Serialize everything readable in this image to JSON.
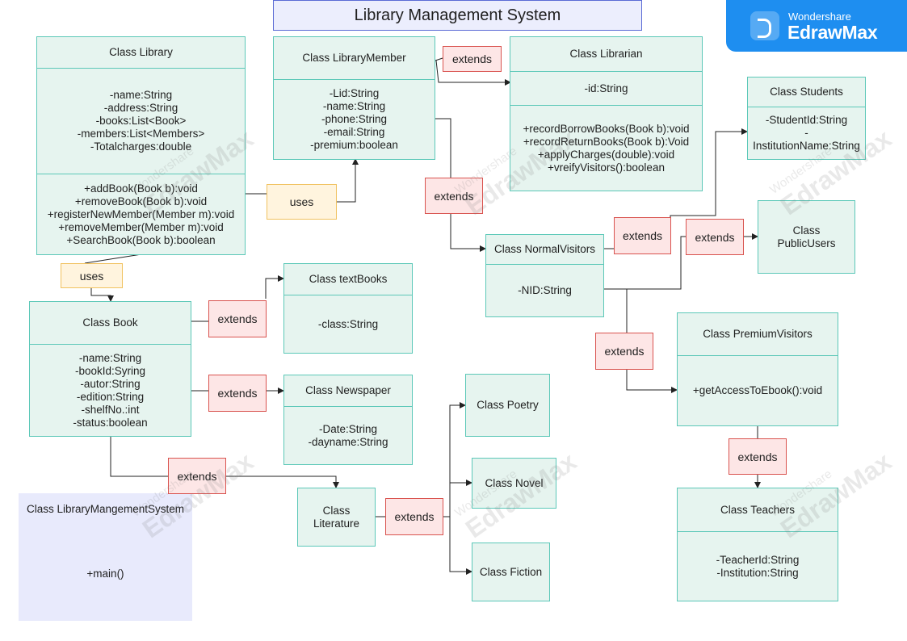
{
  "title": "Library Management System",
  "brand": {
    "line1": "Wondershare",
    "line2": "EdrawMax"
  },
  "watermark": {
    "line1": "Wondershare",
    "line2": "EdrawMax"
  },
  "classes": {
    "library": {
      "name": "Class Library",
      "attrs": [
        "-name:String",
        "-address:String",
        "-books:List<Book>",
        "-members:List<Members>",
        "-Totalcharges:double"
      ],
      "methods": [
        "+addBook(Book b):void",
        "+removeBook(Book b):void",
        "+registerNewMember(Member m):void",
        "+removeMember(Member m):void",
        "+SearchBook(Book b):boolean"
      ]
    },
    "member": {
      "name": "Class LibraryMember",
      "attrs": [
        "-Lid:String",
        "-name:String",
        "-phone:String",
        "-email:String",
        "-premium:boolean"
      ]
    },
    "librarian": {
      "name": "Class Librarian",
      "attrs": [
        "-id:String"
      ],
      "methods": [
        "+recordBorrowBooks(Book b):void",
        "+recordReturnBooks(Book b):Void",
        "+applyCharges(double):void",
        "+vreifyVisitors():boolean"
      ]
    },
    "students": {
      "name": "Class Students",
      "attrs": [
        "-StudentId:String",
        "-",
        "InstitutionName:String"
      ]
    },
    "public": {
      "name": "Class PublicUsers"
    },
    "normal": {
      "name": "Class NormalVisitors",
      "attrs": [
        "-NID:String"
      ]
    },
    "premium": {
      "name": "Class PremiumVisitors",
      "methods": [
        "+getAccessToEbook():void"
      ]
    },
    "teachers": {
      "name": "Class Teachers",
      "attrs": [
        "-TeacherId:String",
        "-Institution:String"
      ]
    },
    "book": {
      "name": "Class Book",
      "attrs": [
        "-name:String",
        "-bookId:Syring",
        "-autor:String",
        "-edition:String",
        "-shelfNo.:int",
        "-status:boolean"
      ]
    },
    "textbooks": {
      "name": "Class textBooks",
      "attrs": [
        "-class:String"
      ]
    },
    "newspaper": {
      "name": "Class Newspaper",
      "attrs": [
        "-Date:String",
        "-dayname:String"
      ]
    },
    "literature": {
      "name": "Class Literature"
    },
    "poetry": {
      "name": "Class Poetry"
    },
    "novel": {
      "name": "Class Novel"
    },
    "fiction": {
      "name": "Class Fiction"
    },
    "system": {
      "name": "Class LibraryMangementSystem",
      "methods": [
        "+main()"
      ]
    }
  },
  "labels": {
    "extends": "extends",
    "uses": "uses"
  },
  "colors": {
    "class_fill": "#e6f4ef",
    "class_border": "#5cc8b8",
    "extends_fill": "#fde6e6",
    "uses_fill": "#fff4de",
    "brand": "#1e8ef0"
  }
}
